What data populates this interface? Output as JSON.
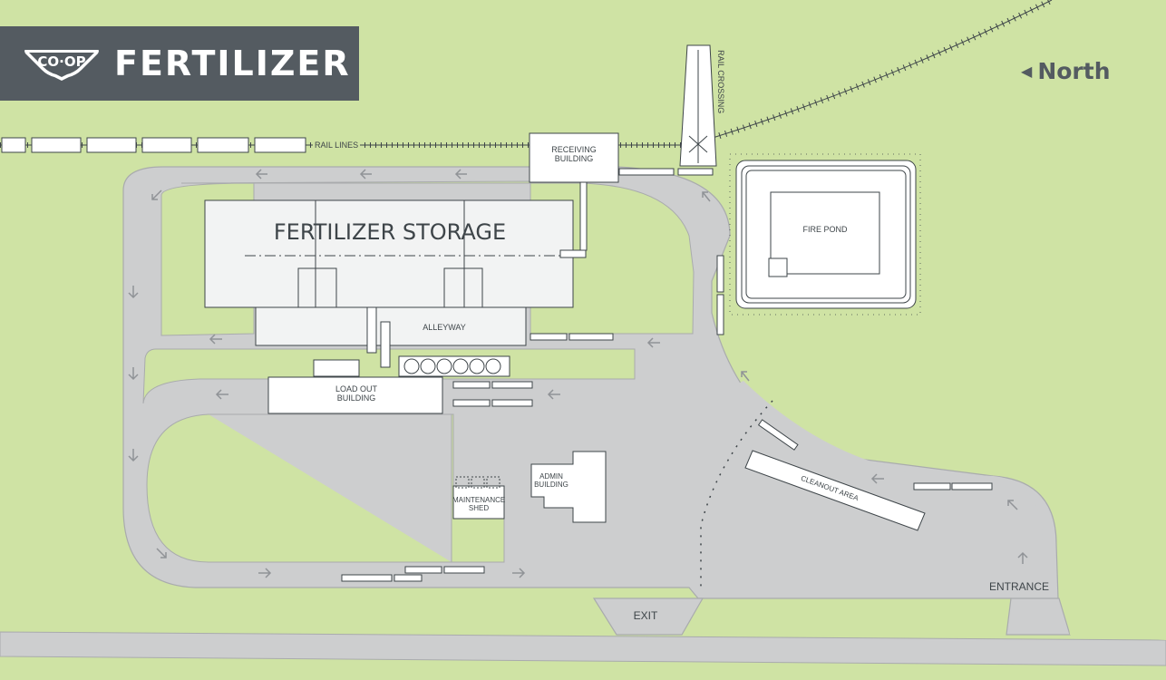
{
  "header": {
    "logo_text": "CO·OP",
    "title": "FERTILIZER"
  },
  "compass": {
    "arrow_icon": "triangle-left",
    "label": "North"
  },
  "map": {
    "colors": {
      "grass": "#cfe3a4",
      "road": "#cdcecf",
      "road_edge": "#a9abad",
      "banner": "#545b61",
      "building": "#ffffff",
      "outline": "#3e4549"
    },
    "labels": {
      "rail_lines": "RAIL LINES",
      "rail_crossing": "RAIL CROSSING",
      "receiving_building": "RECEIVING BUILDING",
      "fertilizer_storage": "FERTILIZER STORAGE",
      "alleyway": "ALLEYWAY",
      "fire_pond": "FIRE POND",
      "load_out_building": "LOAD OUT BUILDING",
      "admin_building": "ADMIN BUILDING",
      "maintenance_shed": "MAINTENANCE SHED",
      "cleanout_area": "CLEANOUT AREA",
      "entrance": "ENTRANCE",
      "exit": "EXIT"
    }
  }
}
